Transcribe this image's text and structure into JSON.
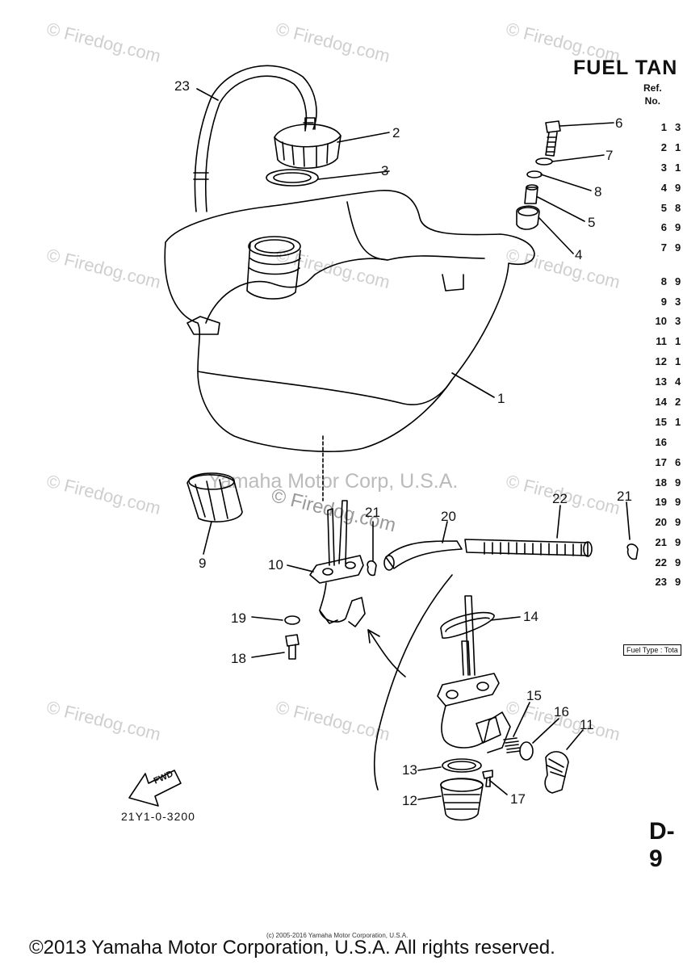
{
  "title": "FUEL TAN",
  "ref_header": [
    "Ref.",
    "No."
  ],
  "ref_rows": [
    {
      "num": "1",
      "qty": "3"
    },
    {
      "num": "2",
      "qty": "1"
    },
    {
      "num": "3",
      "qty": "1"
    },
    {
      "num": "4",
      "qty": "9"
    },
    {
      "num": "5",
      "qty": "8"
    },
    {
      "num": "6",
      "qty": "9"
    },
    {
      "num": "7",
      "qty": "9"
    },
    {
      "num": "8",
      "qty": "9"
    },
    {
      "num": "9",
      "qty": "3"
    },
    {
      "num": "10",
      "qty": "3"
    },
    {
      "num": "11",
      "qty": "1"
    },
    {
      "num": "12",
      "qty": "1"
    },
    {
      "num": "13",
      "qty": "4"
    },
    {
      "num": "14",
      "qty": "2"
    },
    {
      "num": "15",
      "qty": "1"
    },
    {
      "num": "16",
      "qty": ""
    },
    {
      "num": "17",
      "qty": "6"
    },
    {
      "num": "18",
      "qty": "9"
    },
    {
      "num": "19",
      "qty": "9"
    },
    {
      "num": "20",
      "qty": "9"
    },
    {
      "num": "21",
      "qty": "9"
    },
    {
      "num": "22",
      "qty": "9"
    },
    {
      "num": "23",
      "qty": "9"
    }
  ],
  "part_labels": {
    "p1": "1",
    "p2": "2",
    "p3": "3",
    "p4": "4",
    "p5": "5",
    "p6": "6",
    "p7": "7",
    "p8": "8",
    "p9": "9",
    "p10": "10",
    "p11": "11",
    "p12": "12",
    "p13": "13",
    "p14": "14",
    "p15": "15",
    "p16": "16",
    "p17": "17",
    "p18": "18",
    "p19": "19",
    "p20": "20",
    "p21a": "21",
    "p21b": "21",
    "p22": "22",
    "p23": "23"
  },
  "fuel_type_box": "Fuel Type : Tota",
  "page_code": "D-9",
  "part_code": "21Y1-0-3200",
  "fwd_label": "FWD",
  "watermark_text": "© Firedog.com",
  "watermark_center_text": "Yamaha Motor Corp, U.S.A.",
  "watermark_center_sub": "© Firedog.com",
  "small_copyright": "(c) 2005-2016 Yamaha Motor Corporation, U.S.A.",
  "copyright": "©2013 Yamaha Motor Corporation, U.S.A. All rights reserved."
}
